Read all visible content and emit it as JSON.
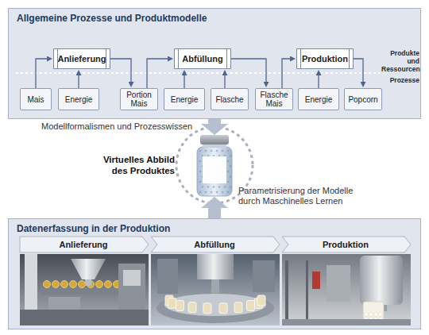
{
  "diagram": {
    "nodes": [
      {
        "text": [
          "Allgemeine Prozesse und Produktmodelle"
        ]
      },
      {
        "text": [
          "Anlieferung"
        ],
        "in": 0
      },
      {
        "text": [
          "Abfüllung"
        ],
        "in": 0
      },
      {
        "text": [
          "Produktion"
        ],
        "in": 0
      },
      {
        "text": [
          "Mais"
        ],
        "in": 0
      },
      {
        "text": [
          "Energie"
        ],
        "in": 0
      },
      {
        "text": [
          "Portion Mais"
        ],
        "in": 0
      },
      {
        "text": [
          "Energie"
        ],
        "in": 0
      },
      {
        "text": [
          "Flasche"
        ],
        "in": 0
      },
      {
        "text": [
          "Flasche Mais"
        ],
        "in": 0
      },
      {
        "text": [
          "Energie"
        ],
        "in": 0
      },
      {
        "text": [
          "Popcorn"
        ],
        "in": 0
      },
      {
        "text": [
          "Virtuelles Abbild des Produktes"
        ]
      },
      {
        "text": [
          "Datenerfassung in der Produktion"
        ]
      },
      {
        "text": [
          "Anlieferung"
        ],
        "in": 13
      },
      {
        "text": [
          "Abfüllung"
        ],
        "in": 13
      },
      {
        "text": [
          "Produktion"
        ],
        "in": 13
      }
    ],
    "edges": [
      {
        "from": 4,
        "to": 1,
        "arrow": "to"
      },
      {
        "from": 5,
        "to": 1,
        "arrow": "to"
      },
      {
        "from": 1,
        "to": 6,
        "arrow": "to"
      },
      {
        "from": 6,
        "to": 2,
        "arrow": "to"
      },
      {
        "from": 7,
        "to": 2,
        "arrow": "to"
      },
      {
        "from": 8,
        "to": 2,
        "arrow": "to"
      },
      {
        "from": 2,
        "to": 9,
        "arrow": "to"
      },
      {
        "from": 9,
        "to": 3,
        "arrow": "to"
      },
      {
        "from": 10,
        "to": 3,
        "arrow": "to"
      },
      {
        "from": 3,
        "to": 11,
        "arrow": "to"
      },
      {
        "from": 0,
        "to": 12,
        "label": "Modellformalismen und Prozesswissen",
        "arrow": "to"
      },
      {
        "from": 13,
        "to": 12,
        "label": "Parametrisierung der Modelle durch Maschinelles Lernen",
        "arrow": "to"
      }
    ],
    "labels": [
      "Produkte und Ressourcen",
      "Prozesse"
    ]
  }
}
